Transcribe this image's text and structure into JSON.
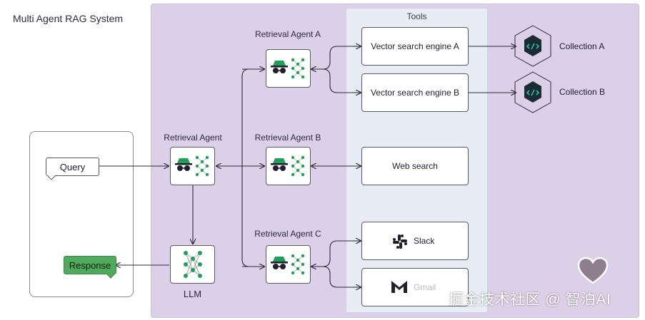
{
  "title": "Multi Agent RAG System",
  "tools_label": "Tools",
  "query_label": "Query",
  "response_label": "Response",
  "llm_label": "LLM",
  "agents": {
    "main": "Retrieval Agent",
    "a": "Retrieval Agent A",
    "b": "Retrieval Agent B",
    "c": "Retrieval Agent C"
  },
  "tools": {
    "vector_a": "Vector search engine A",
    "vector_b": "Vector search engine B",
    "web": "Web search",
    "slack": "Slack",
    "gmail": "Gmail"
  },
  "collections": {
    "a": "Collection A",
    "b": "Collection B"
  },
  "watermark": "掘金技术社区 @ 智泊AI",
  "colors": {
    "system_panel": "#dcd0e8",
    "tools_panel": "#e8edf5",
    "response_green": "#4faa5c",
    "collection_teal": "#1fc7a4",
    "spy_green": "#1fa05a"
  }
}
